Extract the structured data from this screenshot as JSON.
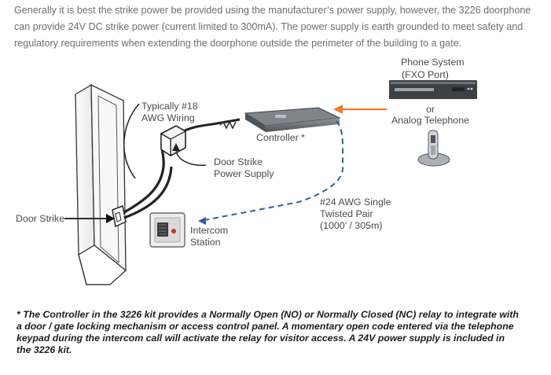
{
  "intro_text": "Generally it is best the strike power be provided using the manufacturer’s power supply, however, the 3226 doorphone can provide 24V DC strike power (current limited to 300mA). The power supply is earth grounded to meet safety and regulatory requirements when extending the doorphone outside the perimeter of the building to a gate.",
  "diagram": {
    "phone_system_line1": "Phone System",
    "phone_system_line2": "(FXO Port)",
    "or_label": "or",
    "analog_telephone": "Analog Telephone",
    "wiring_line1": "Typically #18",
    "wiring_line2": "AWG Wiring",
    "controller_label": "Controller *",
    "power_supply_line1": "Door Strike",
    "power_supply_line2": "Power Supply",
    "door_strike_label": "Door Strike",
    "twisted_pair_line1": "#24 AWG Single",
    "twisted_pair_line2": "Twisted Pair",
    "twisted_pair_line3": "(1000’ / 305m)",
    "intercom_line1": "Intercom",
    "intercom_line2": "Station",
    "colors": {
      "orange_arrow": "#f07d2a",
      "blue_dashed": "#2f5fa8",
      "text": "#4a4a4a"
    }
  },
  "footnote": "* The Controller in the 3226 kit provides a Normally Open (NO) or Normally Closed (NC) relay to integrate with a door / gate locking mechanism or access control panel. A momentary open code entered via the telephone keypad during the intercom call will activate the relay for visitor access. A 24V power supply is included in the 3226 kit."
}
